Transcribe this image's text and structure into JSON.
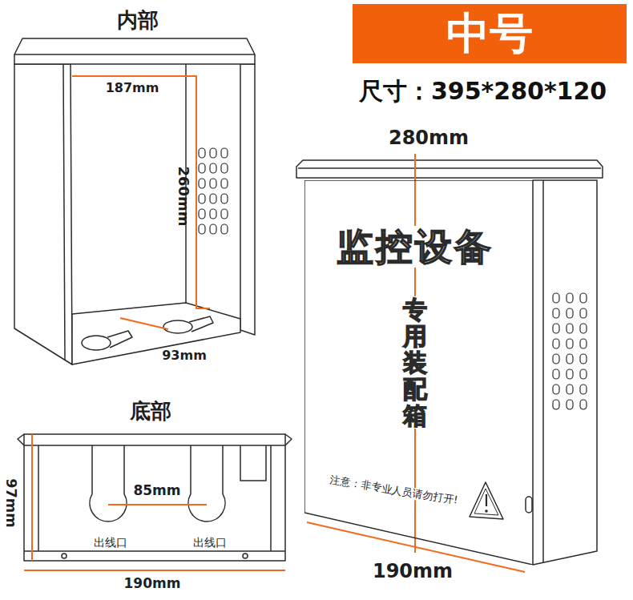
{
  "diagram": {
    "nodes": [
      {
        "text": [
          "中号"
        ]
      },
      {
        "text": [
          "监控设备",
          "专用装配箱",
          "注意：非专业人员请勿打开!"
        ]
      }
    ],
    "labels": [
      "内部",
      "187mm",
      "260mm",
      "93mm",
      "底部",
      "97mm",
      "85mm",
      "出线口",
      "出线口",
      "190mm",
      "尺寸：395*280*120",
      "280mm",
      "190mm"
    ]
  }
}
